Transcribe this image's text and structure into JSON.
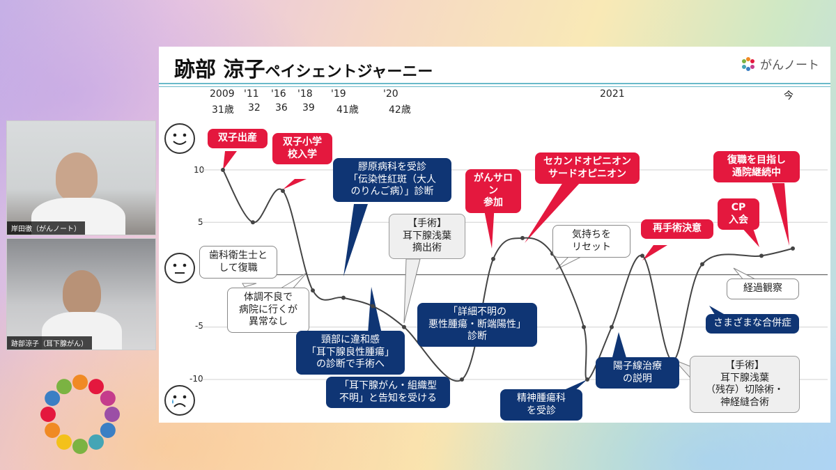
{
  "slide": {
    "title_name": "跡部 涼子",
    "title_sub": "ペイシェントジャーニー",
    "brand": "がんノート"
  },
  "years": [
    {
      "year": "2009",
      "age": "31歳"
    },
    {
      "year": "'11",
      "age": "32"
    },
    {
      "year": "'16",
      "age": "36"
    },
    {
      "year": "'18",
      "age": "39"
    },
    {
      "year": "'19",
      "age": "41歳"
    },
    {
      "year": "'20",
      "age": "42歳"
    },
    {
      "year": "2021",
      "age": ""
    },
    {
      "year": "今",
      "age": ""
    }
  ],
  "y_labels": [
    "10",
    "5",
    "-5",
    "-10"
  ],
  "participants": [
    {
      "name": "岸田徹（がんノート）"
    },
    {
      "name": "跡部涼子（耳下腺がん）"
    }
  ],
  "notes": {
    "n1": "双子出産",
    "n2": "双子小学\n校入学",
    "n3": "膠原病科を受診\n「伝染性紅斑（大人\nのりんご病）」診断",
    "n4": "がんサロン\n参加",
    "n5": "セカンドオピニオン\nサードオピニオン",
    "n6": "復職を目指し\n通院継続中",
    "n7": "CP\n入会",
    "n8": "再手術決意",
    "n9": "気持ちを\nリセット",
    "n10": "【手術】\n耳下腺浅葉\n摘出術",
    "n11": "歯科衛生士と\nして復職",
    "n12": "体調不良で\n病院に行くが\n異常なし",
    "n13": "頸部に違和感\n「耳下腺良性腫瘍」\nの診断で手術へ",
    "n14": "「耳下腺がん・組織型\n不明」と告知を受ける",
    "n15": "「詳細不明の\n悪性腫瘍・断端陽性」\n診断",
    "n16": "精神腫瘍科\nを受診",
    "n17": "陽子線治療\nの説明",
    "n18": "経過観察",
    "n19": "さまざまな合併症",
    "n20": "【手術】\n耳下腺浅葉\n（残存）切除術・\n神経縫合術"
  },
  "chart_data": {
    "type": "line",
    "ylim": [
      -12,
      12
    ],
    "y_ticks": [
      10,
      5,
      -5,
      -10
    ],
    "x": [
      "2009",
      "'11",
      "'16",
      "'18",
      "'19",
      "'20",
      "2021",
      "今"
    ],
    "series": [
      {
        "values": [
          10,
          5,
          8,
          -1.5,
          -2.2,
          -3,
          -5,
          -10,
          1.5,
          3.5,
          2,
          -5,
          -10,
          -5,
          1.8,
          -8.2,
          1,
          1.8,
          2.5
        ]
      }
    ]
  },
  "colors": {
    "red": "#e4183e",
    "navy": "#0f3574",
    "line": "#444444",
    "rule": "#69b9c9"
  }
}
